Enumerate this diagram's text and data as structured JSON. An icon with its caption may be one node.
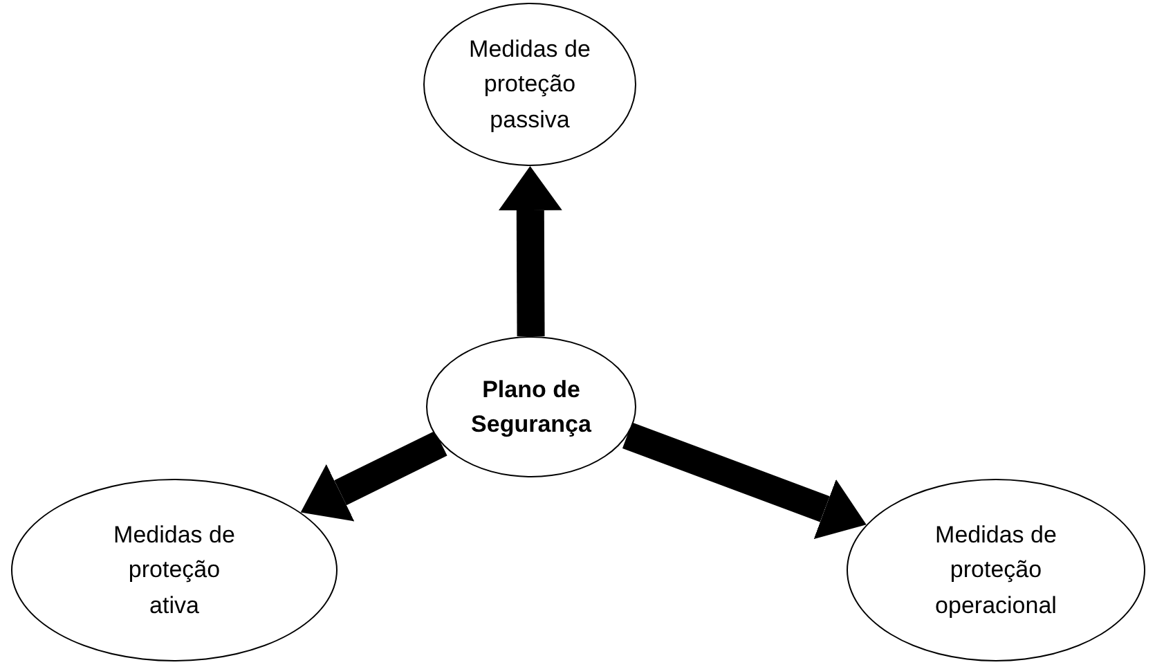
{
  "diagram": {
    "nodes": [
      {
        "text": [
          "Medidas de proteção passiva"
        ]
      },
      {
        "text": [
          "Plano de Segurança"
        ]
      },
      {
        "text": [
          "Medidas de proteção ativa"
        ]
      },
      {
        "text": [
          "Medidas de proteção operacional"
        ]
      }
    ],
    "edges": [
      {
        "from": 1,
        "to": 0,
        "arrow": "to"
      },
      {
        "from": 1,
        "to": 2,
        "arrow": "to"
      },
      {
        "from": 1,
        "to": 3,
        "arrow": "to"
      }
    ]
  }
}
